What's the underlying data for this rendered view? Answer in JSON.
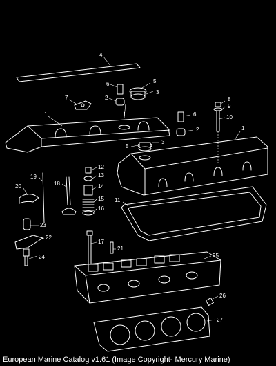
{
  "callouts": {
    "c1a": "1",
    "c1b": "1",
    "c1c": "1",
    "c2a": "2",
    "c2b": "2",
    "c3a": "3",
    "c3b": "3",
    "c4": "4",
    "c5a": "5",
    "c5b": "5",
    "c6a": "6",
    "c6b": "6",
    "c7": "7",
    "c8": "8",
    "c9": "9",
    "c10": "10",
    "c11": "11",
    "c12": "12",
    "c13": "13",
    "c14": "14",
    "c15": "15",
    "c16": "16",
    "c17": "17",
    "c18": "18",
    "c19": "19",
    "c20": "20",
    "c21": "21",
    "c22": "22",
    "c23": "23",
    "c24": "24",
    "c25": "25",
    "c26": "26",
    "c27": "27"
  },
  "footer": "European Marine Catalog v1.61 (Image Copyright- Mercury Marine)"
}
